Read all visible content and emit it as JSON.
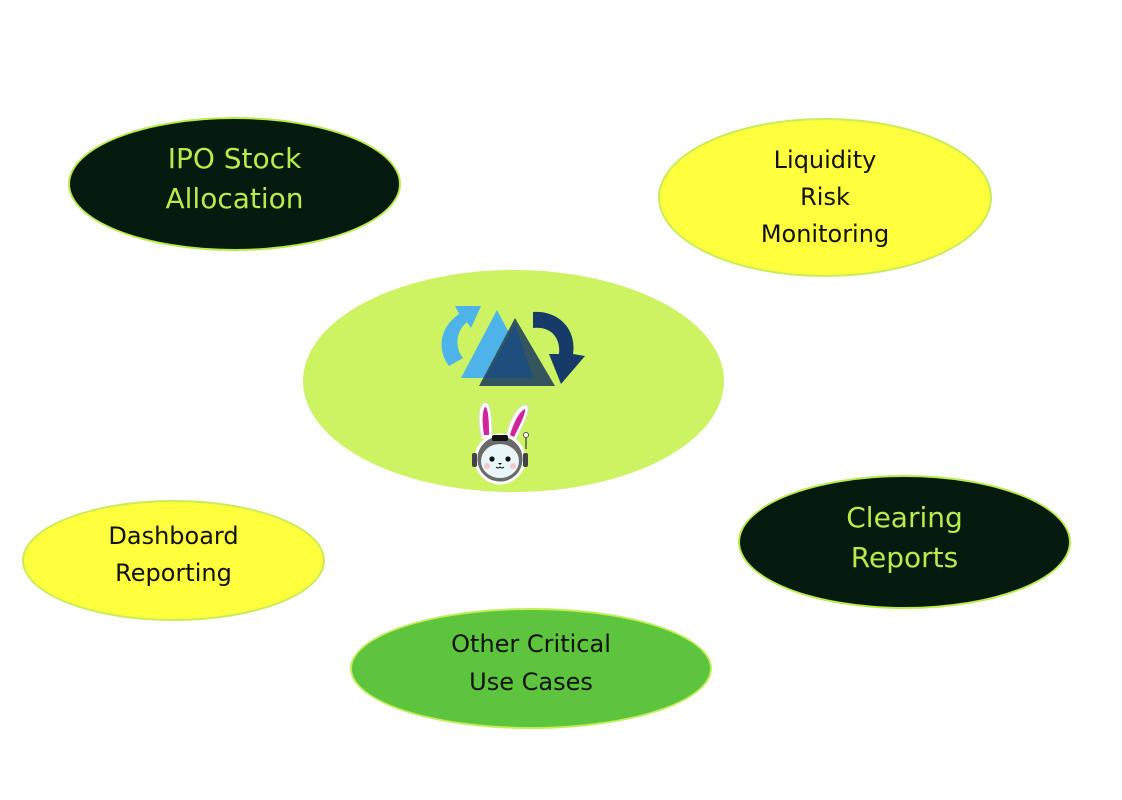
{
  "diagram": {
    "hub": {
      "logo_icon": "sync-triangles-logo-icon",
      "mascot_icon": "astronaut-bunny-mascot-icon",
      "color": "#cdf262"
    },
    "nodes": [
      {
        "id": "ipo",
        "label": "IPO Stock\nAllocation",
        "style": "dark",
        "fill": "#071a0f",
        "text_color": "#b8ec4c"
      },
      {
        "id": "liquidity",
        "label": "Liquidity\nRisk\nMonitoring",
        "style": "yellow",
        "fill": "#ffff3d",
        "text_color": "#111111"
      },
      {
        "id": "dashboard",
        "label": "Dashboard\nReporting",
        "style": "yellow",
        "fill": "#ffff3d",
        "text_color": "#111111"
      },
      {
        "id": "clearing",
        "label": "Clearing\nReports",
        "style": "dark",
        "fill": "#071a0f",
        "text_color": "#b8ec4c"
      },
      {
        "id": "other",
        "label": "Other Critical\nUse Cases",
        "style": "green",
        "fill": "#5cc53d",
        "text_color": "#111111"
      }
    ],
    "colors": {
      "logo_light_blue": "#4db3e8",
      "logo_dark_blue": "#1e4f7c",
      "logo_slate": "#35555e",
      "logo_navy_arrow": "#163b68",
      "bunny_ear_pink": "#d1249a"
    }
  }
}
